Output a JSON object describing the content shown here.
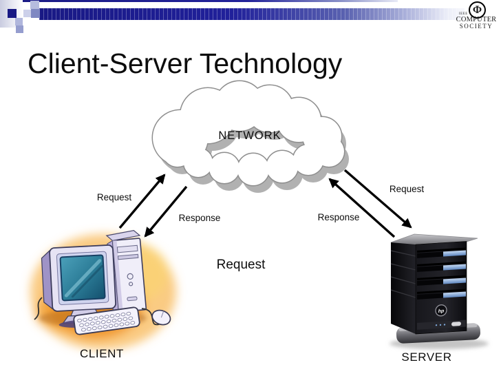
{
  "slide": {
    "title": "Client-Server Technology"
  },
  "header": {
    "bar_color": "#20209a",
    "logo": {
      "org": "IEEE",
      "emblem": "Φ",
      "name_line1": "COMPUTER",
      "name_line2": "SOCIETY"
    }
  },
  "network": {
    "label": "NETWORK"
  },
  "client": {
    "label": "CLIENT"
  },
  "server": {
    "label": "SERVER",
    "brand": "hp"
  },
  "flows": {
    "client_request": "Request",
    "client_response": "Response",
    "center_request": "Request",
    "server_request": "Request",
    "server_response": "Response"
  },
  "colors": {
    "accent_navy": "#20209a",
    "cloud_gray": "#b1b1b1",
    "arrow_black": "#000000",
    "server_accent_blue": "#8fb4e3",
    "client_splash_orange": "#ee8f1e",
    "screen_teal": "#2e7b99"
  }
}
